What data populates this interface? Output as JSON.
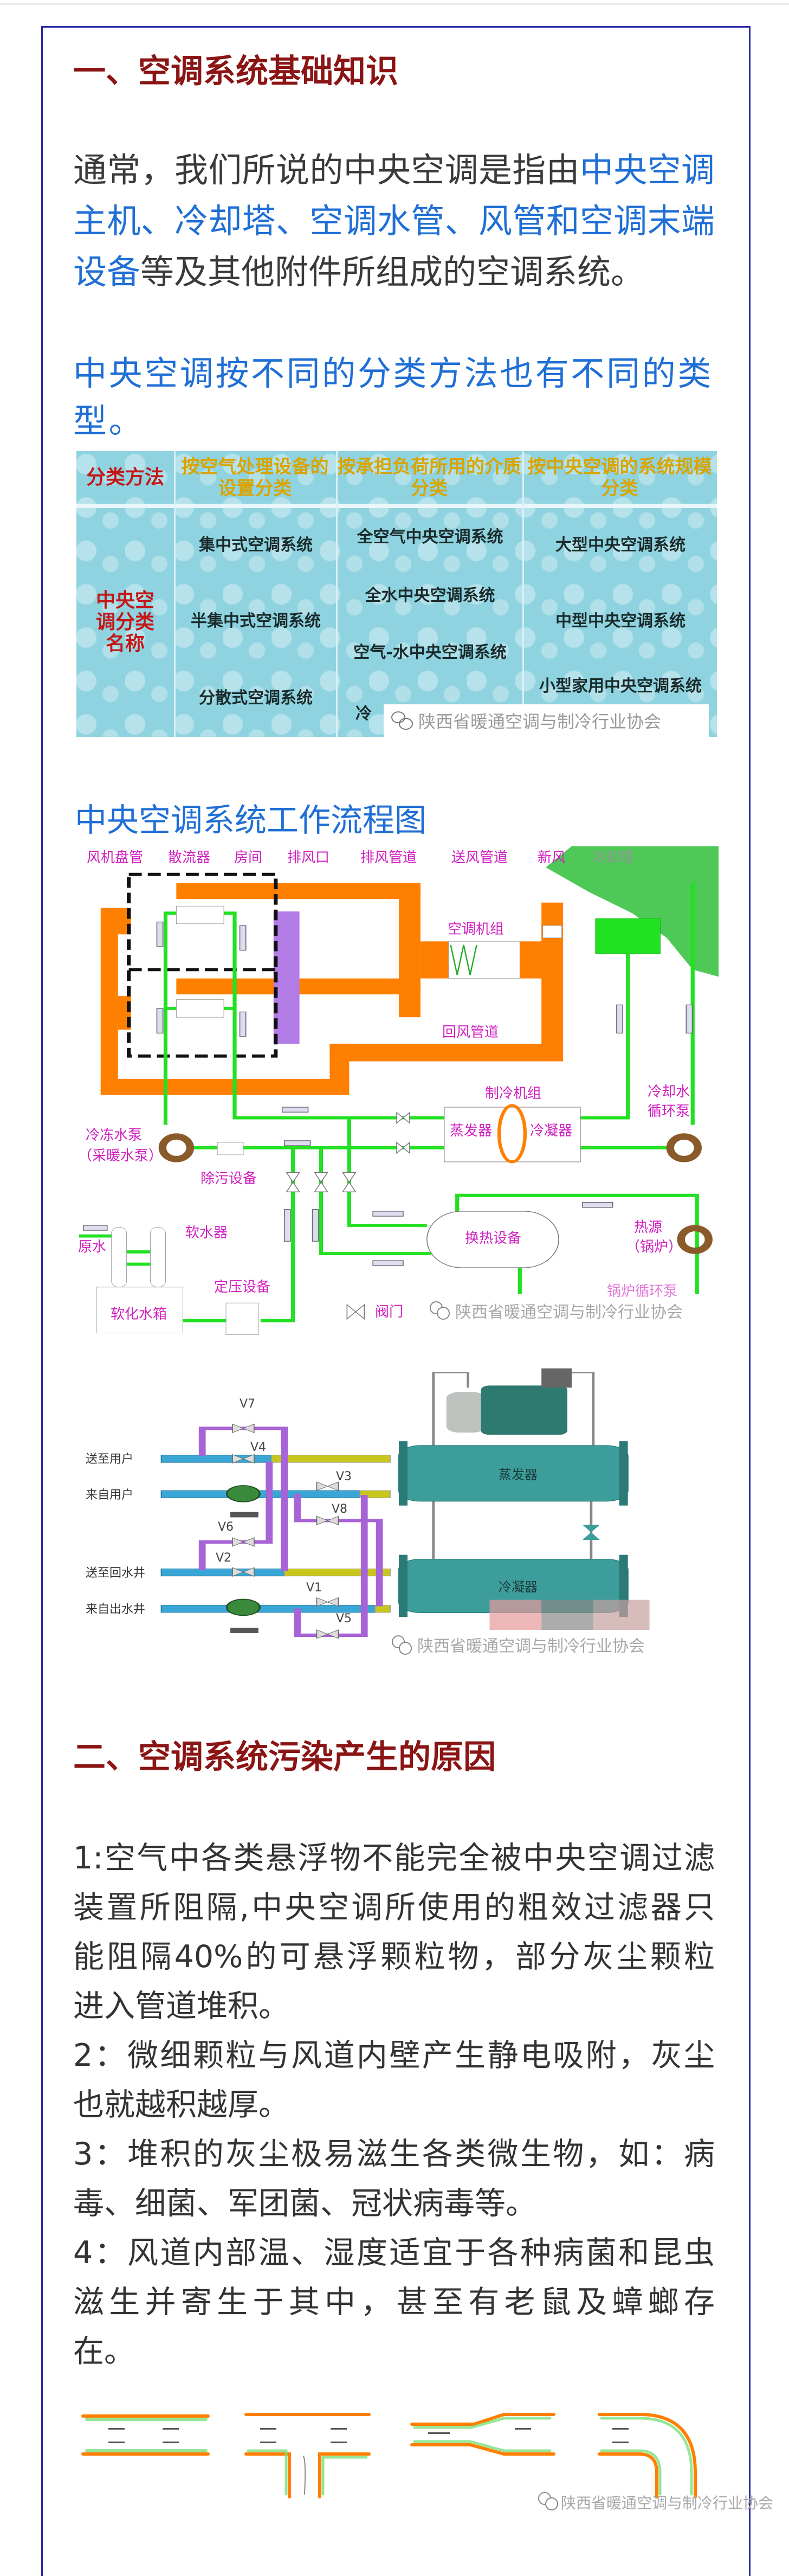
{
  "section1": {
    "heading": "一、空调系统基础知识",
    "intro": {
      "before": "通常，我们所说的中央空调是指由",
      "highlight": "中央空调主机、冷却塔、空调水管、风管和空调末端设备",
      "after": "等及其他附件所组成的空调系统。"
    },
    "subtitle": "中央空调按不同的分类方法也有不同的类型。"
  },
  "classification_table": {
    "corner": "分类方法",
    "row_label": "中央空调分类名称",
    "columns": [
      {
        "header": "按空气处理设备的设置分类",
        "items": [
          "集中式空调系统",
          "半集中式空调系统",
          "分散式空调系统"
        ]
      },
      {
        "header": "按承担负荷所用的介质分类",
        "items": [
          "全空气中央空调系统",
          "全水中央空调系统",
          "空气-水中央空调系统",
          "冷"
        ]
      },
      {
        "header": "按中央空调的系统规模分类",
        "items": [
          "大型中央空调系统",
          "中型中央空调系统",
          "小型家用中央空调系统"
        ]
      }
    ]
  },
  "watermark": "陕西省暖通空调与制冷行业协会",
  "flow_diagram": {
    "title": "中央空调系统工作流程图",
    "labels": {
      "fan_coil": "风机盘管",
      "diffuser": "散流器",
      "room": "房间",
      "exhaust_outlet": "排风口",
      "exhaust_duct": "排风管道",
      "supply_duct": "送风管道",
      "fresh_air": "新风",
      "cooling_tower": "冷却塔",
      "ahu": "空调机组",
      "return_duct": "回风管道",
      "chiller": "制冷机组",
      "evaporator": "蒸发器",
      "condenser": "冷凝器",
      "cooling_pump_1": "冷却水",
      "cooling_pump_2": "循环泵",
      "chilled_pump_1": "冷冻水泵",
      "chilled_pump_2": "（采暖水泵）",
      "dirt_separator": "除污设备",
      "heat_exchanger": "换热设备",
      "heat_source_1": "热源",
      "heat_source_2": "（锅炉）",
      "softener": "软水器",
      "raw_water": "原水",
      "soft_water_tank": "软化水箱",
      "pressurization": "定压设备",
      "valve_legend": "阀门",
      "boiler_pump": "锅炉循环泵"
    }
  },
  "chiller_diagram": {
    "pipes": [
      "送至用户",
      "来自用户",
      "送至回水井",
      "来自出水井"
    ],
    "valves": [
      "V7",
      "V4",
      "V3",
      "V8",
      "V6",
      "V2",
      "V1",
      "V5"
    ],
    "evaporator": "蒸发器",
    "condenser": "冷凝器"
  },
  "section2": {
    "heading": "二、空调系统污染产生的原因",
    "items": [
      {
        "lines": [
          "1:空气中各类悬浮物不能完全被中央空调过滤",
          "装置所阻隔,中央空调所使用的粗效过滤器只",
          "能阻隔40%的可悬浮颗粒物，部分灰尘颗粒",
          "进入管道堆积。"
        ]
      },
      {
        "lines": [
          "2：微细颗粒与风道内壁产生静电吸附，灰尘",
          "也就越积越厚。"
        ]
      },
      {
        "lines": [
          "3：堆积的灰尘极易滋生各类微生物，如：病",
          "毒、细菌、军团菌、冠状病毒等。"
        ]
      },
      {
        "lines": [
          "4：风道内部温、湿度适宜于各种病菌和昆虫",
          "滋生并寄生于其中，甚至有老鼠及蟑螂存",
          "在。"
        ]
      }
    ]
  },
  "colors": {
    "heading": "#8b1414",
    "link_blue": "#1f6fd6",
    "frame": "#2b2ba6",
    "duct_orange": "#ff7f00",
    "pipe_green": "#22e022"
  }
}
